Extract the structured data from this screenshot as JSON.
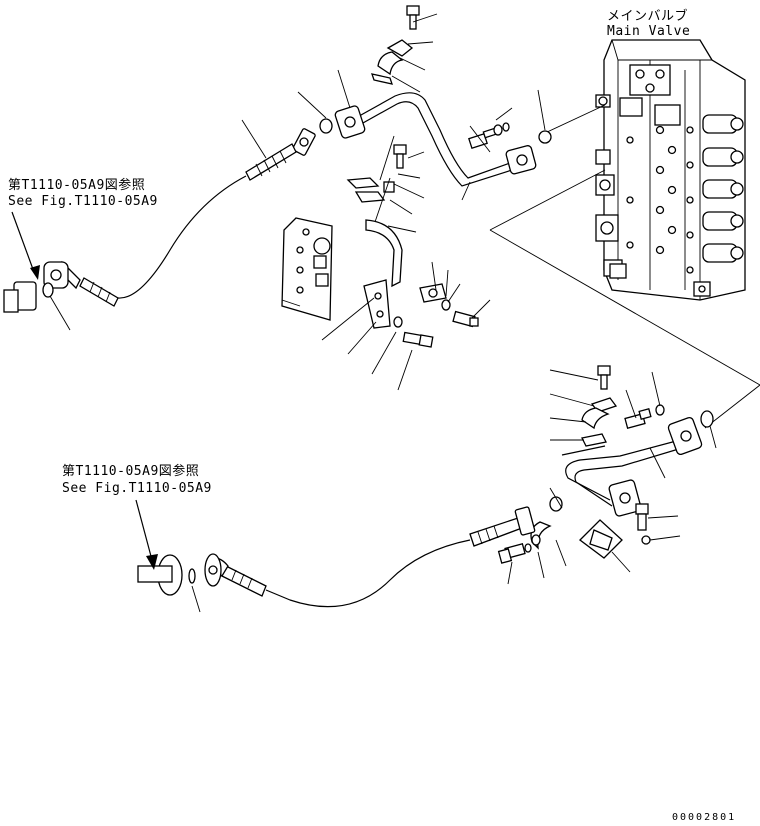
{
  "labels": {
    "main_valve_jp": "メインバルブ",
    "main_valve_en": "Main Valve",
    "ref_top_jp": "第T1110-05A9図参照",
    "ref_top_en": "See Fig.T1110-05A9",
    "ref_bottom_jp": "第T1110-05A9図参照",
    "ref_bottom_en": "See Fig.T1110-05A9",
    "drawing_code": "00002801"
  }
}
